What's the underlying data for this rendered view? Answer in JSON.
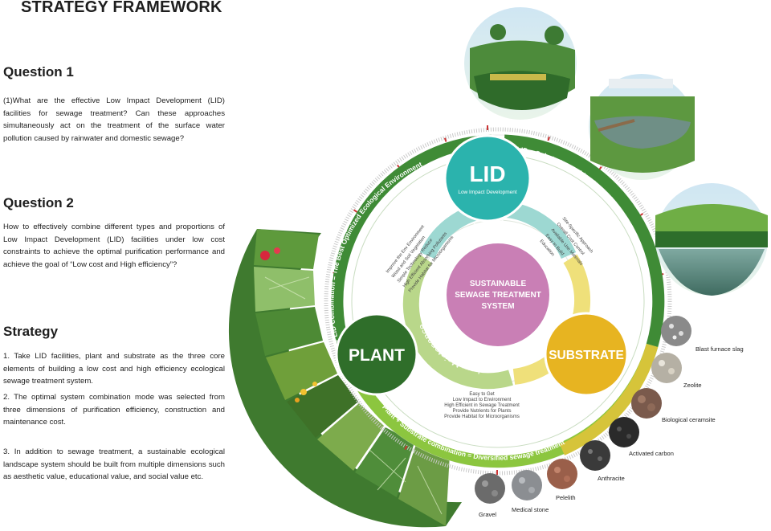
{
  "page": {
    "title": "STRATEGY FRAMEWORK",
    "question1": {
      "heading": "Question 1",
      "text": "(1)What are the effective Low Impact Development (LID) facilities for sewage treatment? Can these approaches simultaneously act on the treatment of the surface water pollution caused by rainwater and domestic sewage?"
    },
    "question2": {
      "heading": "Question 2",
      "text": "How to effectively combine different types and proportions of Low Impact Development (LID) facilities under low cost constraints to achieve the optimal purification performance and achieve the goal of “Low cost and High efficiency”?"
    },
    "strategy": {
      "heading": "Strategy",
      "items": [
        "1. Take LID facilities, plant and substrate as the three core elements of building a low cost and high efficiency ecological sewage treatment system.",
        "2. The optimal system combination mode was selected from three dimensions of purification efficiency, construction and maintenance cost.",
        "3. In addition to sewage treatment, a sustainable ecological landscape system should be built from multiple dimensions such as aesthetic value, educational value, and social value etc."
      ]
    }
  },
  "diagram": {
    "center": {
      "line1": "SUSTAINABLE",
      "line2": "SEWAGE TREATMENT",
      "line3": "SYSTEM"
    },
    "inner_ring": {
      "low_cost": "Low Cost",
      "high_efficiency": "High efficiency",
      "low_maintenance": "Low Maintenance"
    },
    "lid": {
      "title": "LID",
      "subtitle": "Low Impact Development",
      "notes_left": [
        "Improve the Env Environment",
        "Wood and Soil Vegetation",
        "Simple Technology Reduce",
        "High Efficient Absorbing Pollutants",
        "Provide Habitat for Microorganisms"
      ],
      "notes_right": [
        "Site-Specific Approach",
        "Overall Cost Control",
        "Available Use Materials",
        "Easy to Build",
        "Education"
      ]
    },
    "plant": {
      "title": "PLANT"
    },
    "substrate": {
      "title": "SUBSTRATE",
      "notes": [
        "Easy to Get",
        "Low Impact to Environment",
        "High Efficient in Sewage Treatment",
        "Provide Nutrients for Plants",
        "Provide Habitat for Microorganisms"
      ]
    },
    "outer_ring": {
      "left_arc": "Plant + LID Combination = The Best Optimized Ecological Environment",
      "right_arc": "LID + Substrate combination = High sewage treatment efficiency",
      "bottom_arc": "Plant + Substrate combination = Diversified sewage treatment"
    },
    "substrates": [
      "Blast furnace slag",
      "Zeolite",
      "Biological ceramsite",
      "Activated carbon",
      "Anthracite",
      "Pelelith",
      "Medical stone",
      "Gravel"
    ],
    "colors": {
      "lid": "#2bb3ad",
      "plant": "#2f6e2a",
      "substrate": "#e7b421",
      "center": "#c97fb5",
      "ring_green": "#3f8b36",
      "ring_light": "#8cc63f",
      "ring_yellow": "#e8c53a",
      "inner_teal": "#9dd8d2",
      "inner_yellow": "#efe07a",
      "inner_green": "#b9d78a"
    }
  }
}
